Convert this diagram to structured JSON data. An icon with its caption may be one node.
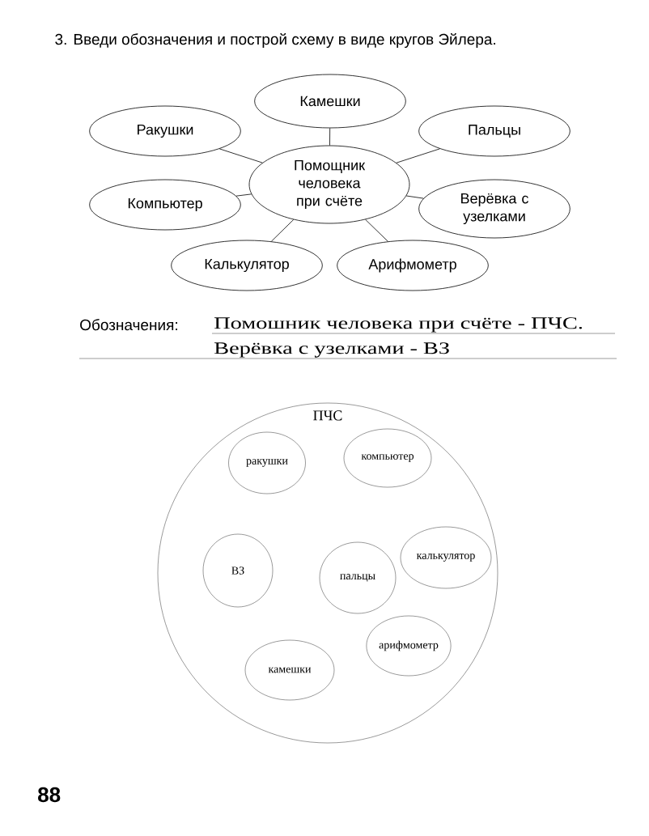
{
  "diagram": {
    "title": "3. Введи обозначения и построй схему в виде кругов Эйлера.",
    "nodes": [
      {
        "text": [
          "Камешки"
        ]
      },
      {
        "text": [
          "Ракушки"
        ]
      },
      {
        "text": [
          "Пальцы"
        ]
      },
      {
        "text": [
          "Помощник человека при счёте"
        ]
      },
      {
        "text": [
          "Компьютер"
        ]
      },
      {
        "text": [
          "Верёвка с узелками"
        ]
      },
      {
        "text": [
          "Калькулятор"
        ]
      },
      {
        "text": [
          "Арифмометр"
        ]
      },
      {
        "text": [
          "ПЧС"
        ]
      },
      {
        "text": [
          "ракушки"
        ],
        "in": 8
      },
      {
        "text": [
          "компьютер"
        ],
        "in": 8
      },
      {
        "text": [
          "калькулятор"
        ],
        "in": 8
      },
      {
        "text": [
          "ВЗ"
        ],
        "in": 8
      },
      {
        "text": [
          "пальцы"
        ],
        "in": 8
      },
      {
        "text": [
          "арифмометр"
        ],
        "in": 8
      },
      {
        "text": [
          "камешки"
        ],
        "in": 8
      }
    ],
    "edges": [
      {
        "from": 3,
        "to": 0,
        "arrow": "none"
      },
      {
        "from": 3,
        "to": 1,
        "arrow": "none"
      },
      {
        "from": 3,
        "to": 2,
        "arrow": "none"
      },
      {
        "from": 3,
        "to": 4,
        "arrow": "none"
      },
      {
        "from": 3,
        "to": 5,
        "arrow": "none"
      },
      {
        "from": 3,
        "to": 6,
        "arrow": "none"
      },
      {
        "from": 3,
        "to": 7,
        "arrow": "none"
      }
    ],
    "labels": [
      "Обозначения:",
      "Помошник человека при счёте - ПЧС. Верёвка с узелками - ВЗ",
      "88"
    ]
  }
}
